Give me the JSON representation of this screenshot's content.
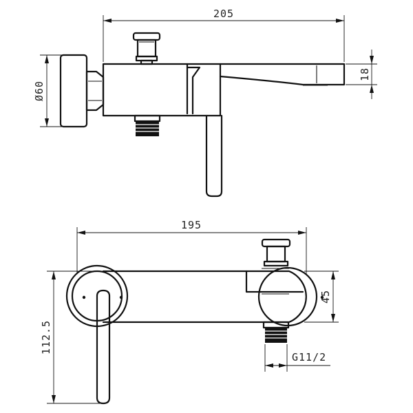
{
  "drawing": {
    "top_view": {
      "dims": {
        "overall_length": "205",
        "flange_diameter": "Ø60",
        "spout_height": "18"
      }
    },
    "bottom_view": {
      "dims": {
        "overall_length": "195",
        "projection": "112.5",
        "body_depth": "45",
        "thread": "G11/2"
      }
    }
  }
}
